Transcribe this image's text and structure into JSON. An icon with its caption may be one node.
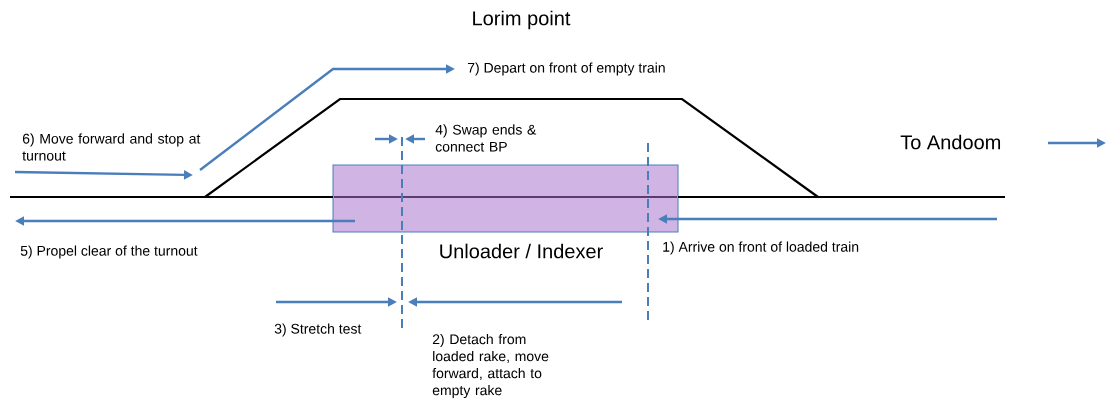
{
  "diagram": {
    "title": "Lorim point",
    "nodes": [
      {
        "text": [
          "Unloader / Indexer"
        ]
      }
    ],
    "labels": [
      "7) Depart on front of empty train",
      "6) Move forward and stop at turnout",
      "4) Swap ends & connect BP",
      "To Andoom",
      "5) Propel clear of the turnout",
      "1) Arrive on front of loaded train",
      "3) Stretch test",
      "2) Detach from loaded rake, move forward, attach to empty rake"
    ]
  }
}
